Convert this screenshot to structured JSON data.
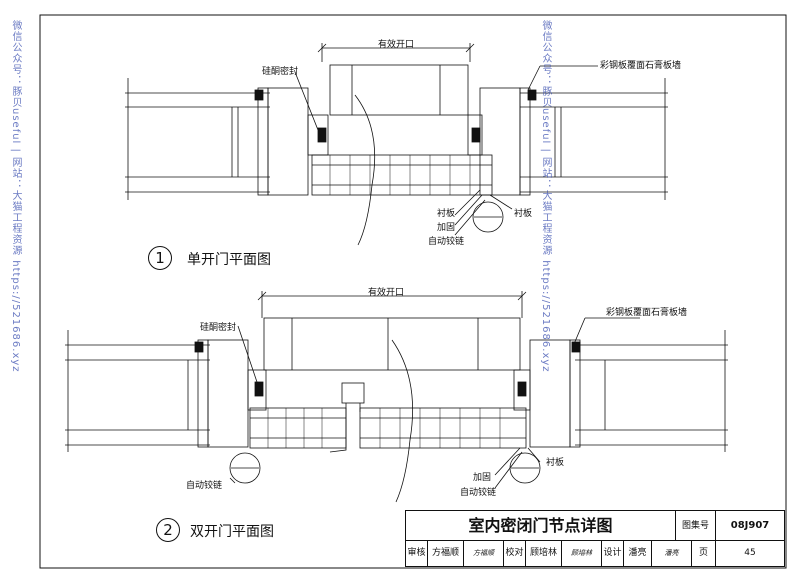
{
  "labels": {
    "top": {
      "effective_opening": "有效开口",
      "silicone_seal": "硅酮密封",
      "wall_type": "彩钢板覆面石膏板墙",
      "liner_left": "衬板",
      "liner_right": "衬板",
      "reinforcement": "加固",
      "auto_hinge": "自动铰链"
    },
    "bottom": {
      "effective_opening": "有效开口",
      "silicone_seal": "硅酮密封",
      "wall_type": "彩钢板覆面石膏板墙",
      "liner": "衬板",
      "reinforcement": "加固",
      "auto_hinge_left": "自动铰链",
      "auto_hinge_right": "自动铰链"
    }
  },
  "captions": [
    {
      "number": "1",
      "text": "单开门平面图"
    },
    {
      "number": "2",
      "text": "双开门平面图"
    }
  ],
  "watermarks": {
    "left": "微信公众号：豚贝useful | 网站：大猫工程资源 https://521686.xyz",
    "right": "微信公众号：豚贝useful | 网站：大猫工程资源 https://521686.xyz"
  },
  "title_block": {
    "title": "室内密闭门节点详图",
    "atlas_label": "图集号",
    "atlas_number": "08J907",
    "review_label": "审核",
    "reviewer": "方福顺",
    "reviewer_sign": "方福顺",
    "check_label": "校对",
    "checker": "顾培林",
    "checker_sign": "顾培林",
    "design_label": "设计",
    "designer": "潘亮",
    "designer_sign": "潘亮",
    "page_label": "页",
    "page_number": "45"
  }
}
